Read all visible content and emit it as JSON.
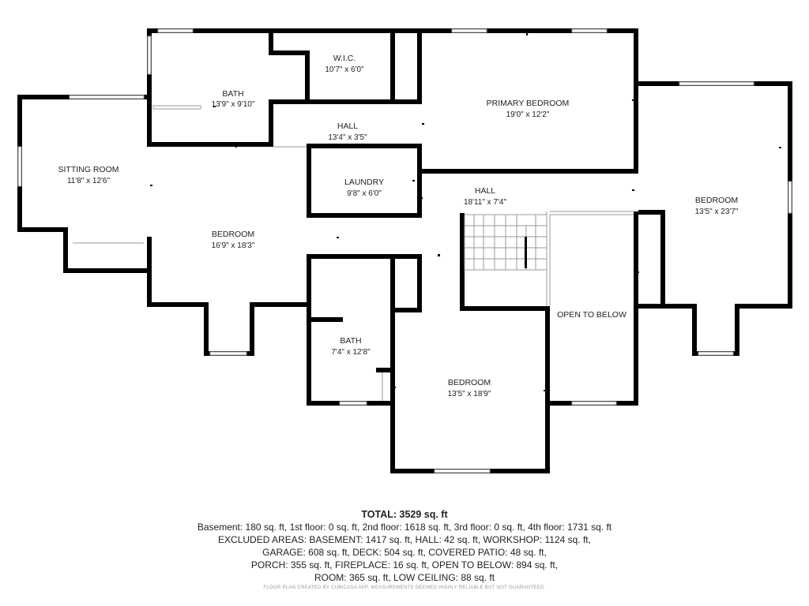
{
  "rooms": {
    "bath_top": {
      "name": "BATH",
      "dim": "13'9\" x 9'10\""
    },
    "wic": {
      "name": "W.I.C.",
      "dim": "10'7\" x 6'0\""
    },
    "primary": {
      "name": "PRIMARY BEDROOM",
      "dim": "19'0\" x 12'2\""
    },
    "hall_top": {
      "name": "HALL",
      "dim": "13'4\" x 3'5\""
    },
    "sitting": {
      "name": "SITTING ROOM",
      "dim": "11'8\" x 12'6\""
    },
    "laundry": {
      "name": "LAUNDRY",
      "dim": "9'8\" x 6'0\""
    },
    "hall_mid": {
      "name": "HALL",
      "dim": "18'11\" x 7'4\""
    },
    "bedroom_right": {
      "name": "BEDROOM",
      "dim": "13'5\" x 23'7\""
    },
    "bedroom_left": {
      "name": "BEDROOM",
      "dim": "16'9\" x 18'3\""
    },
    "open_below": {
      "name": "OPEN TO BELOW",
      "dim": ""
    },
    "bath_bottom": {
      "name": "BATH",
      "dim": "7'4\" x 12'8\""
    },
    "bedroom_bottom": {
      "name": "BEDROOM",
      "dim": "13'5\" x 18'9\""
    }
  },
  "summary": {
    "total": "TOTAL: 3529 sq. ft",
    "lines": [
      "Basement: 180 sq. ft, 1st floor: 0 sq. ft, 2nd floor: 1618 sq. ft, 3rd floor: 0 sq. ft, 4th floor: 1731 sq. ft",
      "EXCLUDED AREAS: BASEMENT: 1417 sq. ft, HALL: 42 sq. ft, WORKSHOP: 1124 sq. ft,",
      "GARAGE: 608 sq. ft, DECK: 504 sq. ft, COVERED PATIO: 48 sq. ft,",
      "PORCH: 355 sq. ft, FIREPLACE: 16 sq. ft, OPEN TO BELOW: 894 sq. ft,",
      "ROOM: 365 sq. ft, LOW CEILING: 88 sq. ft"
    ],
    "credit": "FLOOR PLAN CREATED BY CUBICASA APP. MEASUREMENTS DEEMED HIGHLY RELIABLE BUT NOT GUARANTEED."
  }
}
